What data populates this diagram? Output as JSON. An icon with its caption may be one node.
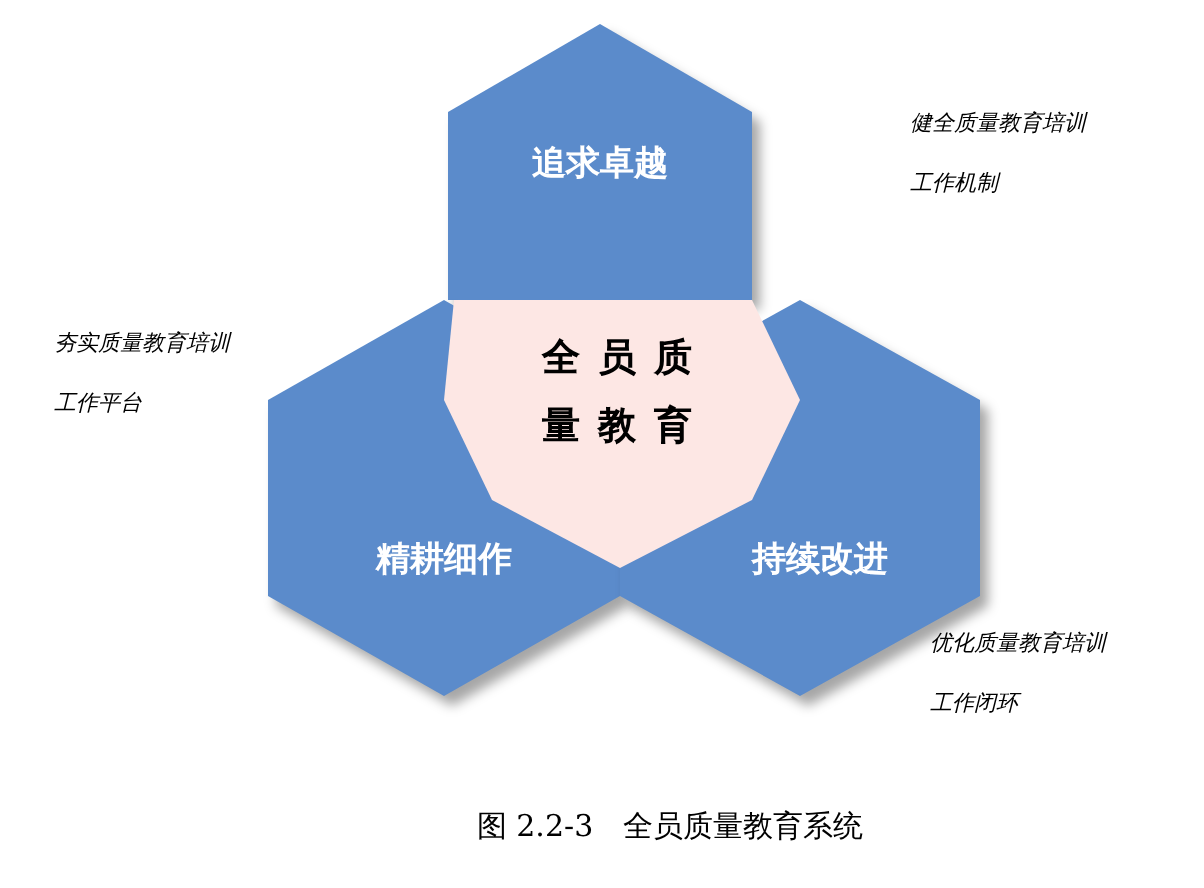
{
  "diagram": {
    "caption": "图 2.2-3　全员质量教育系统",
    "nodes": [
      {
        "text": [
          "追求卓越"
        ]
      },
      {
        "text": [
          "精耕细作"
        ]
      },
      {
        "text": [
          "持续改进"
        ]
      },
      {
        "text": [
          "全员质量教育"
        ]
      }
    ],
    "labels": [
      "健全质量教育培训工作机制",
      "夯实质量教育培训工作平台",
      "优化质量教育培训工作闭环"
    ]
  }
}
